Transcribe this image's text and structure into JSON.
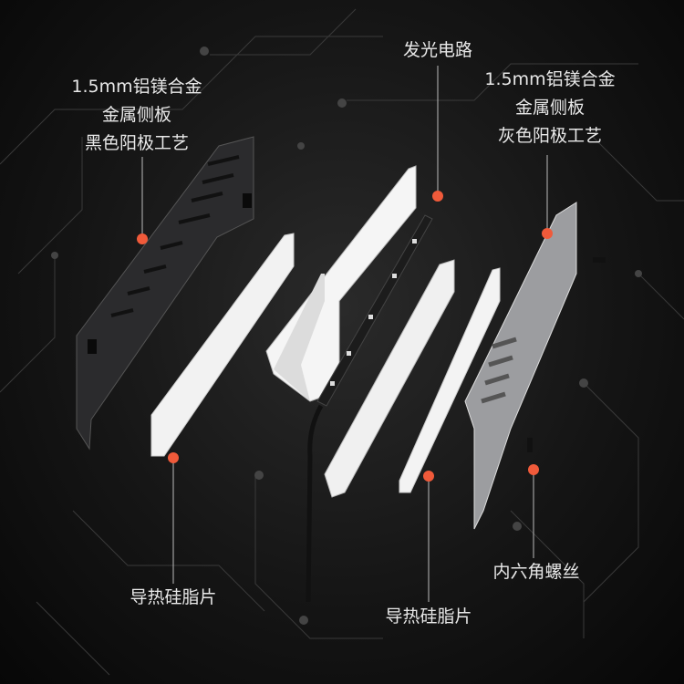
{
  "labels": {
    "left_side_panel": [
      "1.5mm铝镁合金",
      "金属侧板",
      "黑色阳极工艺"
    ],
    "light_circuit": "发光电路",
    "right_side_panel": [
      "1.5mm铝镁合金",
      "金属侧板",
      "灰色阳极工艺"
    ],
    "thermal_pad_left": "导热硅脂片",
    "thermal_pad_center": "导热硅脂片",
    "hex_screw": "内六角螺丝"
  },
  "colors": {
    "accent": "#f05a3a",
    "background": "#111111",
    "text": "#e8e8e8"
  }
}
